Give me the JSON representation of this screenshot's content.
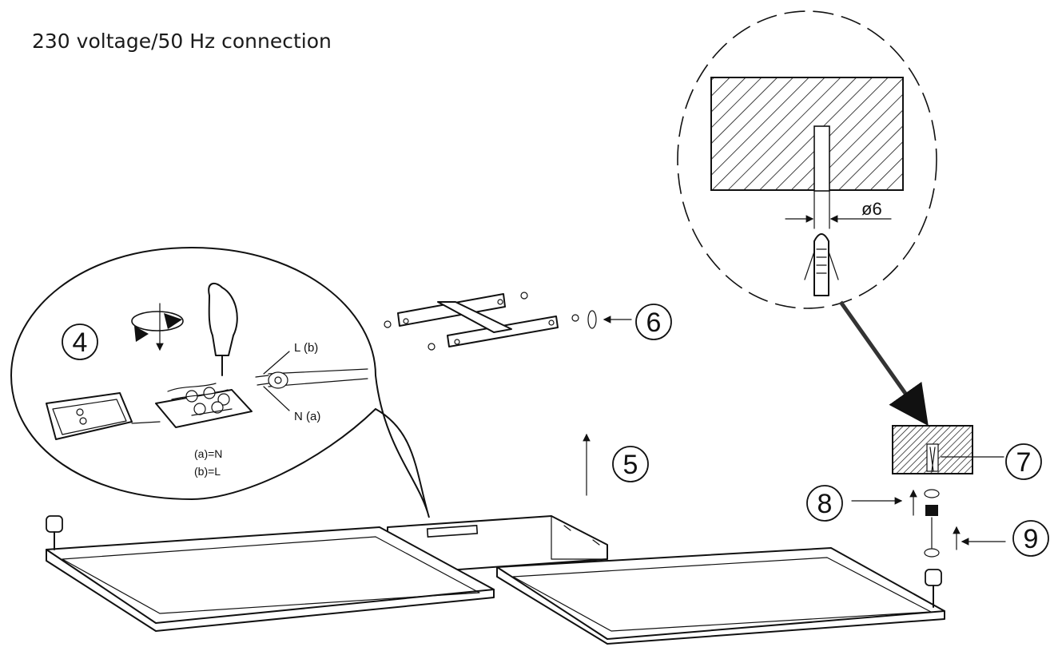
{
  "header": {
    "title": "230 voltage/50 Hz connection"
  },
  "steps": {
    "step4": "4",
    "step5": "5",
    "step6": "6",
    "step7": "7",
    "step8": "8",
    "step9": "9"
  },
  "wiring": {
    "live_label": "L (b)",
    "neutral_label": "N (a)",
    "legend_a": "(a)=N",
    "legend_b": "(b)=L"
  },
  "drill_detail": {
    "diameter_label": "ø6"
  }
}
